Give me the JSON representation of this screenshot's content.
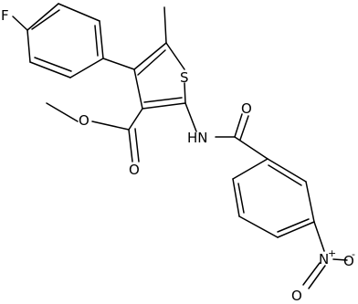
{
  "molecule": {
    "atoms": {
      "fluorine": "F",
      "sulfur": "S",
      "ester_carbonyl_oxygen": "O",
      "ester_ether_oxygen": "O",
      "amide_nitrogen": "HN",
      "amide_oxygen": "O",
      "nitro_nitrogen": "N",
      "nitro_charge_plus": "+",
      "nitro_oxygen_top": "O",
      "nitro_oxygen_minus": "O",
      "nitro_charge_minus": "-"
    }
  }
}
